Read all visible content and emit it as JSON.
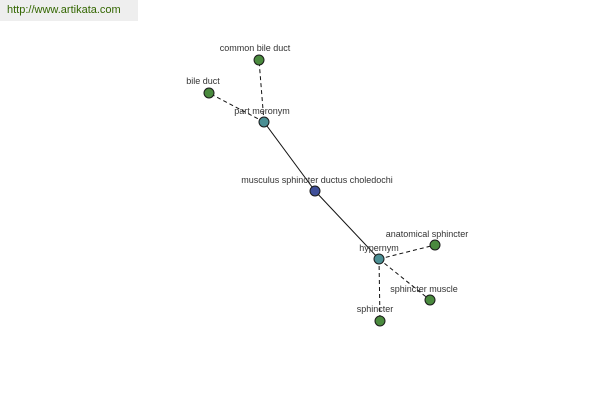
{
  "source_url": "http://www.artikata.com",
  "colors": {
    "center_node": "#3f4f99",
    "relation_node": "#4b8f94",
    "term_node": "#4a8a3e",
    "node_stroke": "#1a1a1a",
    "edge": "#111111",
    "url_text": "#336600"
  },
  "graph": {
    "nodes": [
      {
        "id": "center",
        "label": "musculus sphincter ductus choledochi",
        "kind": "center"
      },
      {
        "id": "part-meronym",
        "label": "part meronym",
        "kind": "relation"
      },
      {
        "id": "hypernym",
        "label": "hypernym",
        "kind": "relation"
      },
      {
        "id": "common-bile-duct",
        "label": "common bile duct",
        "kind": "term"
      },
      {
        "id": "bile-duct",
        "label": "bile duct",
        "kind": "term"
      },
      {
        "id": "anatomical-sphincter",
        "label": "anatomical sphincter",
        "kind": "term"
      },
      {
        "id": "sphincter-muscle",
        "label": "sphincter muscle",
        "kind": "term"
      },
      {
        "id": "sphincter",
        "label": "sphincter",
        "kind": "term"
      }
    ],
    "edges": [
      {
        "from": "center",
        "to": "part-meronym",
        "style": "solid"
      },
      {
        "from": "center",
        "to": "hypernym",
        "style": "solid"
      },
      {
        "from": "part-meronym",
        "to": "common-bile-duct",
        "style": "dashed"
      },
      {
        "from": "part-meronym",
        "to": "bile-duct",
        "style": "dashed"
      },
      {
        "from": "hypernym",
        "to": "anatomical-sphincter",
        "style": "dashed"
      },
      {
        "from": "hypernym",
        "to": "sphincter-muscle",
        "style": "dashed"
      },
      {
        "from": "hypernym",
        "to": "sphincter",
        "style": "dashed"
      }
    ]
  }
}
